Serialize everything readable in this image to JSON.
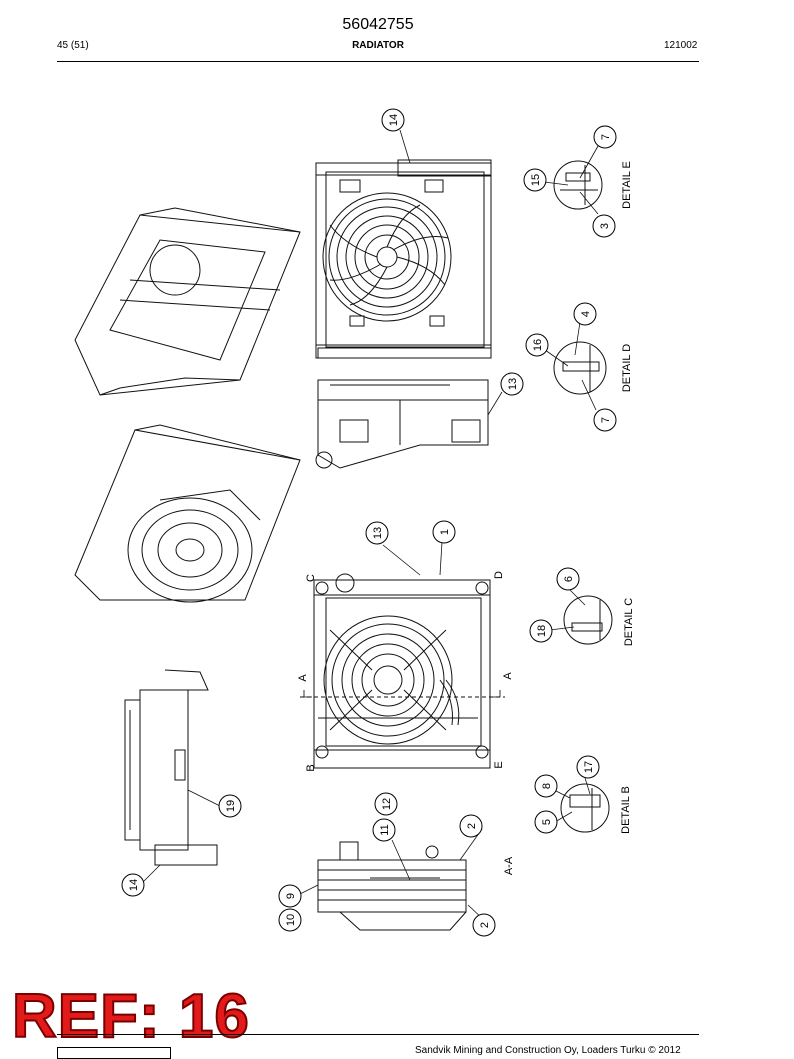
{
  "header": {
    "doc_number": "56042755",
    "page": "45 (51)",
    "title": "RADIATOR",
    "code": "121002"
  },
  "callouts": [
    "14",
    "7",
    "15",
    "3",
    "4",
    "16",
    "7",
    "13",
    "13",
    "1",
    "6",
    "18",
    "17",
    "8",
    "5",
    "12",
    "11",
    "2",
    "9",
    "10",
    "2",
    "19",
    "14"
  ],
  "view_letters": {
    "C": "C",
    "D": "D",
    "A_left": "A",
    "A_right": "A",
    "B": "B",
    "E": "E"
  },
  "details": {
    "e": "DETAIL E",
    "d": "DETAIL D",
    "c": "DETAIL C",
    "b": "DETAIL B",
    "section": "A-A"
  },
  "ref": "REF: 16",
  "footer": "Sandvik Mining and Construction Oy, Loaders Turku © 2012"
}
